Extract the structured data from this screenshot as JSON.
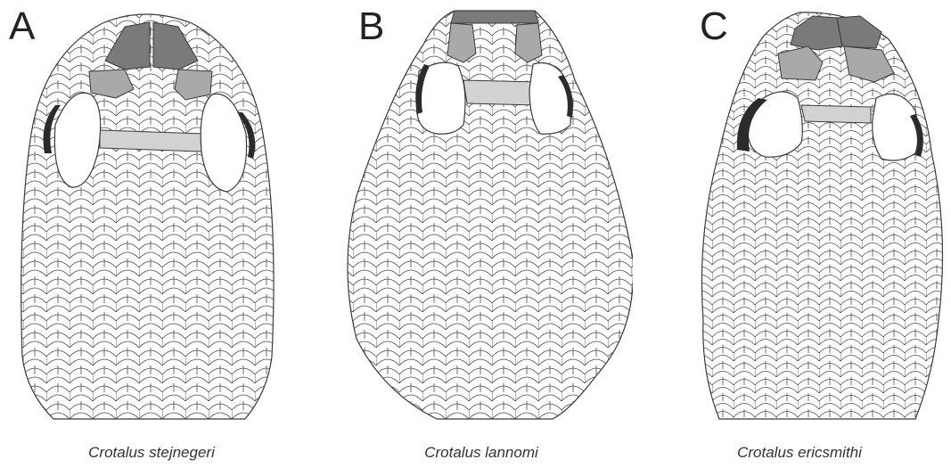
{
  "panels": [
    {
      "letter": "A",
      "species": "Crotalus stejnegeri"
    },
    {
      "letter": "B",
      "species": "Crotalus lannomi"
    },
    {
      "letter": "C",
      "species": "Crotalus ericsmithi"
    }
  ],
  "colors": {
    "dark_scale": "#7a7a7a",
    "medium_scale": "#a9a9a9",
    "light_scale": "#d2d2d2",
    "eye_black": "#2b2b2b",
    "outline": "#3a3a3a"
  }
}
